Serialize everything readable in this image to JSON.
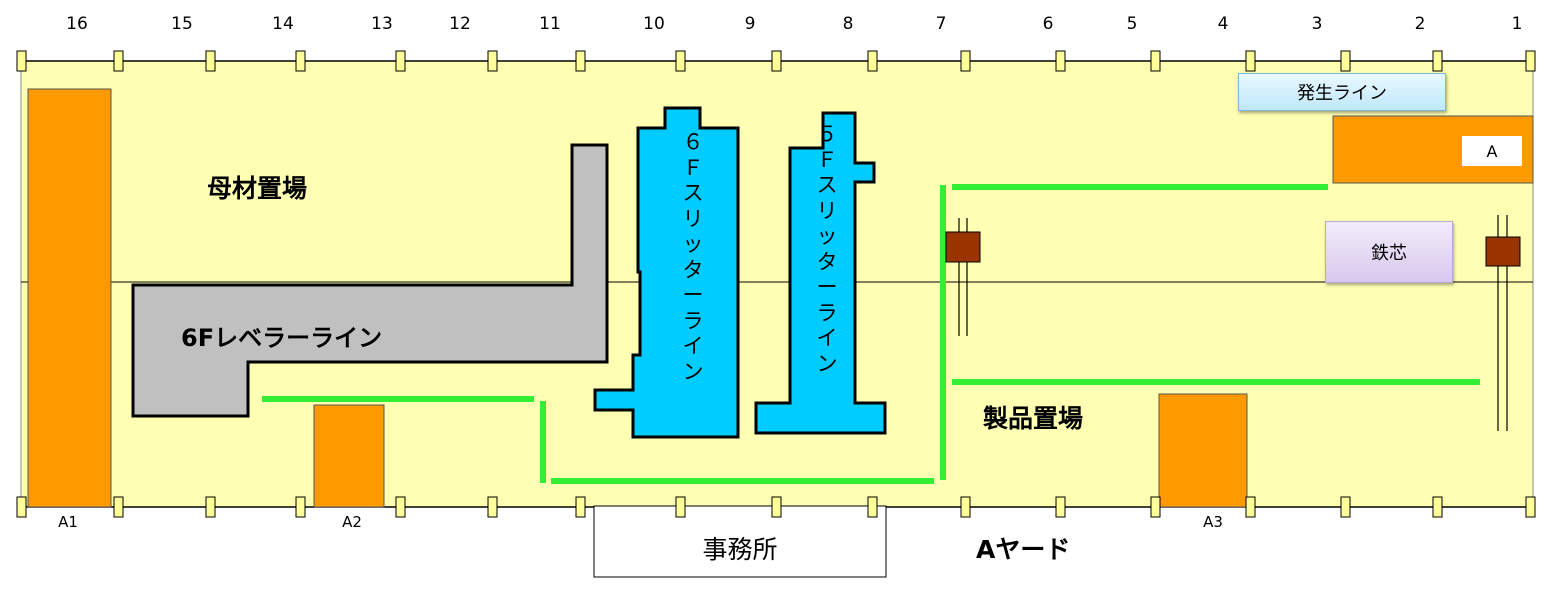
{
  "columns": [
    "16",
    "15",
    "14",
    "13",
    "12",
    "11",
    "10",
    "9",
    "8",
    "7",
    "6",
    "5",
    "4",
    "3",
    "2",
    "1"
  ],
  "areas": {
    "material_yard": "母材置場",
    "product_yard": "製品置場",
    "office": "事務所",
    "yard_name": "Aヤード"
  },
  "lines": {
    "leveler": "6Fレベラーライン",
    "slitter_6f": [
      "６",
      "Ｆ",
      "ス",
      "リ",
      "ッ",
      "タ",
      "ー",
      "ラ",
      "イ",
      "ン"
    ],
    "slitter_5f": [
      "５",
      "Ｆ",
      "ス",
      "リ",
      "ッ",
      "タ",
      "ー",
      "ラ",
      "イ",
      "ン"
    ],
    "generation": "発生ライン",
    "iron_core": "鉄芯"
  },
  "cranes": {
    "a1": "A1",
    "a2": "A2",
    "a3": "A3",
    "a": "A"
  },
  "colors": {
    "yard_fill": "#FFFFB3",
    "crane_orange": "#FF9900",
    "slitter_blue": "#00CCFF",
    "leveler_gray": "#C0C0C0",
    "rail_green": "#33EE33",
    "post_yellow": "#FFFF99",
    "equipment_brown": "#993300",
    "generation_blue": "#CCEEFF",
    "iron_core_purple": "#E0D4F0"
  }
}
